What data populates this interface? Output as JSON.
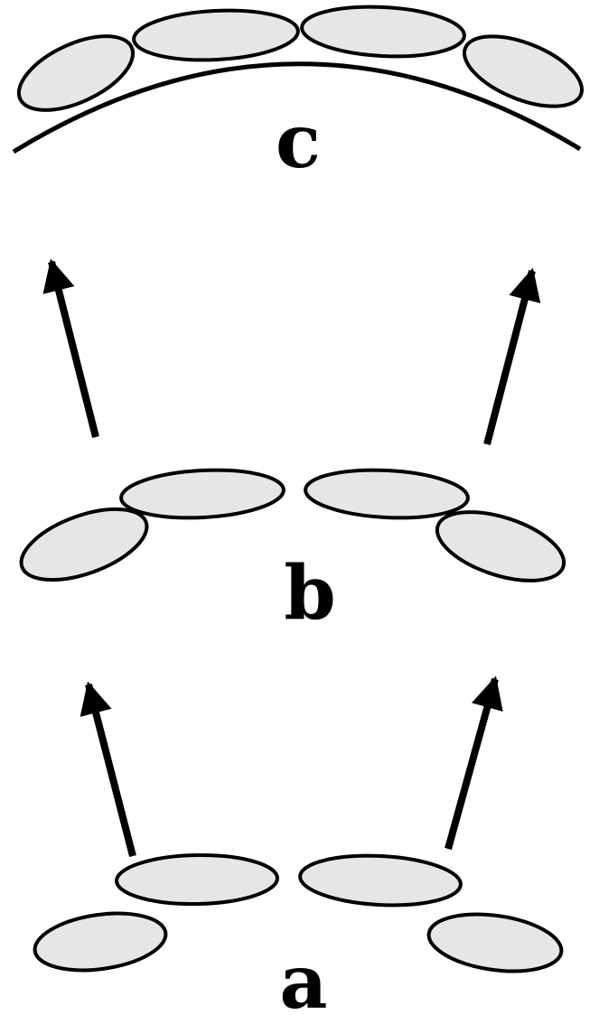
{
  "stage_labels": {
    "a": "a",
    "b": "b",
    "c": "c"
  },
  "colors": {
    "cell_fill": "#e6e6e6",
    "line": "#000000"
  }
}
